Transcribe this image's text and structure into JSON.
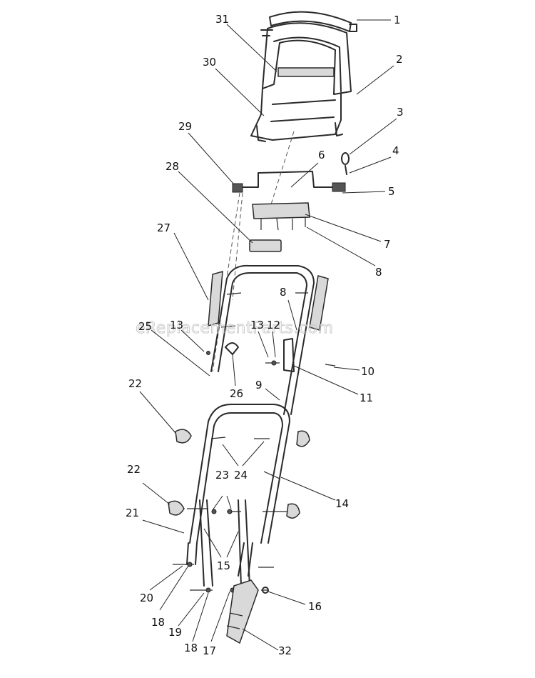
{
  "watermark": "eReplacementParts.com",
  "callouts": [
    "1",
    "2",
    "3",
    "4",
    "5",
    "6",
    "7",
    "8",
    "8",
    "9",
    "10",
    "11",
    "12",
    "13",
    "13",
    "14",
    "15",
    "16",
    "17",
    "18",
    "18",
    "19",
    "20",
    "21",
    "22",
    "22",
    "23",
    "24",
    "25",
    "26",
    "27",
    "28",
    "29",
    "30",
    "31",
    "32"
  ]
}
